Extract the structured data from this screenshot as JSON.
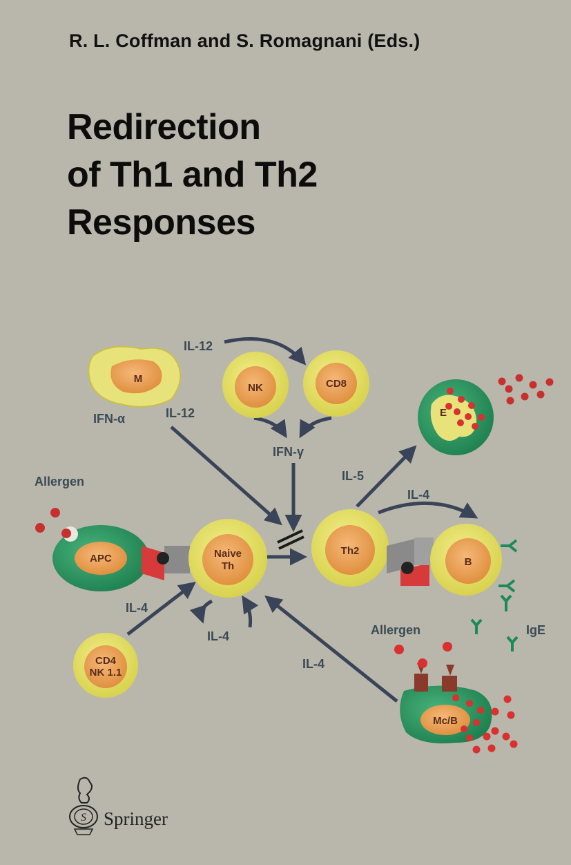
{
  "cover": {
    "editors": "R. L. Coffman and S. Romagnani (Eds.)",
    "title_lines": [
      "Redirection",
      "of Th1 and Th2",
      "Responses"
    ]
  },
  "diagram": {
    "cells": {
      "m": "M",
      "nk": "NK",
      "cd8": "CD8",
      "e": "E",
      "apc": "APC",
      "naive_1": "Naive",
      "naive_2": "Th",
      "th2": "Th2",
      "b": "B",
      "cd4_1": "CD4",
      "cd4_2": "NK 1.1",
      "mcb": "Mc/B"
    },
    "labels": {
      "il12_top": "IL-12",
      "ifna": "IFN-α",
      "il12_mid": "IL-12",
      "ifng": "IFN-γ",
      "allergen_left": "Allergen",
      "il5": "IL-5",
      "il4_top": "IL-4",
      "il4_left": "IL-4",
      "il4_loop": "IL-4",
      "il4_long": "IL-4",
      "allergen_right": "Allergen",
      "ige": "IgE"
    }
  },
  "publisher": {
    "name": "Springer",
    "logo": "springer-chess-knight-logo"
  }
}
